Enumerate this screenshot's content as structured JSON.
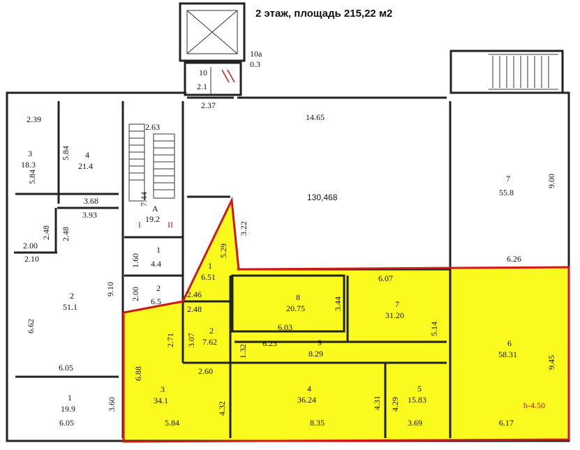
{
  "title": "2 этаж, площадь 215,22 м2",
  "colors": {
    "highlight": "#fafa1e",
    "outline": "#d01818",
    "wall": "#222222"
  },
  "rooms": {
    "r3_left": {
      "num": "3",
      "area": "18.3"
    },
    "r4_left": {
      "num": "4",
      "area": "21.4"
    },
    "r2_left": {
      "num": "2",
      "area": "51.1"
    },
    "r1_left": {
      "num": "1",
      "area": "19.9"
    },
    "rA": {
      "num": "А",
      "area": "19.2",
      "mark1": "I",
      "mark2": "II"
    },
    "r1_small": {
      "num": "1",
      "area": "4.4"
    },
    "r2_small": {
      "num": "2",
      "area": "6.5"
    },
    "r10": {
      "num": "10",
      "area": "2.1"
    },
    "r10a": {
      "num": "10а",
      "area": "0.3"
    },
    "big_hall": {
      "area": "130,468"
    },
    "r7_right": {
      "num": "7",
      "area": "55.8"
    },
    "y1": {
      "num": "1",
      "area": "6.51"
    },
    "y2": {
      "num": "2",
      "area": "7.62"
    },
    "y8": {
      "num": "8",
      "area": "20.75"
    },
    "y7": {
      "num": "7",
      "area": "31.20"
    },
    "y9": {
      "num": "9",
      "area": "8.29"
    },
    "y3": {
      "num": "3",
      "area": "34.1"
    },
    "y4": {
      "num": "4",
      "area": "36.24"
    },
    "y5": {
      "num": "5",
      "area": "15.83"
    },
    "y6": {
      "num": "6",
      "area": "58.31",
      "height": "h-4.50"
    }
  },
  "dims": {
    "d_239": "2.39",
    "d_584a": "5.84",
    "d_584b": "5.84",
    "d_368": "3.68",
    "d_393": "3.93",
    "d_248a": "2.48",
    "d_248b": "2.48",
    "d_200a": "2.00",
    "d_210": "2.10",
    "d_910": "9.10",
    "d_662": "6.62",
    "d_605a": "6.05",
    "d_605b": "6.05",
    "d_360": "3.60",
    "d_263": "2.63",
    "d_744": "7.44",
    "d_160": "1.60",
    "d_200b": "2.00",
    "d_237": "2.37",
    "d_1465": "14.65",
    "d_322": "3.22",
    "d_529": "5.29",
    "d_900": "9.00",
    "d_626": "6.26",
    "d_246": "2.46",
    "d_248c": "2.48",
    "d_307": "3.07",
    "d_271": "2.71",
    "d_344": "3.44",
    "d_603": "6.03",
    "d_607": "6.07",
    "d_514": "5.14",
    "d_623": "6.23",
    "d_132": "1.32",
    "d_688": "6.88",
    "d_260": "2.60",
    "d_432": "4.32",
    "d_584c": "5.84",
    "d_835": "8.35",
    "d_431": "4.31",
    "d_429": "4.29",
    "d_369": "3.69",
    "d_945": "9.45",
    "d_617": "6.17"
  }
}
